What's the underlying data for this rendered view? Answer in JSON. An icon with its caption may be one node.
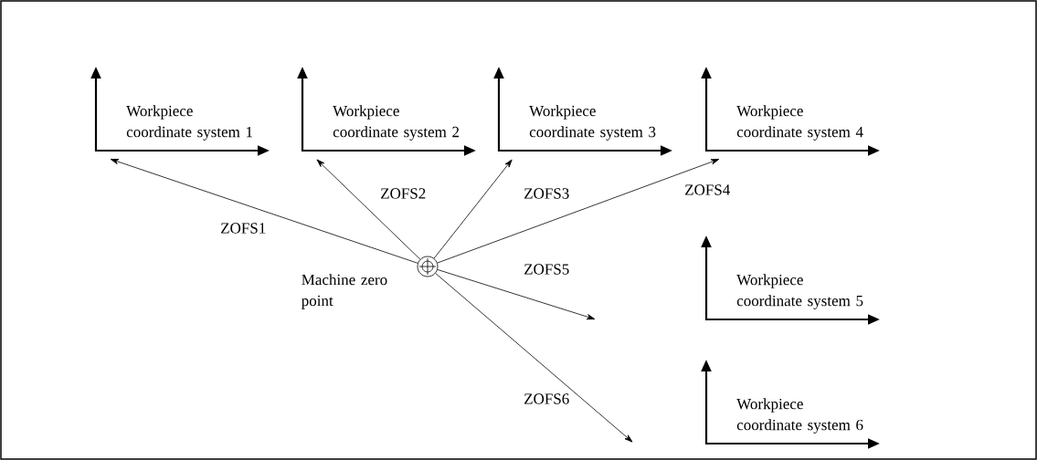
{
  "diagram": {
    "nodes": [
      {
        "text": [
          "Machine zero point"
        ]
      },
      {
        "text": [
          "Workpiece coordinate system 1"
        ]
      },
      {
        "text": [
          "Workpiece coordinate system 2"
        ]
      },
      {
        "text": [
          "Workpiece coordinate system 3"
        ]
      },
      {
        "text": [
          "Workpiece coordinate system 4"
        ]
      },
      {
        "text": [
          "Workpiece coordinate system 5"
        ]
      },
      {
        "text": [
          "Workpiece coordinate system 6"
        ]
      }
    ],
    "edges": [
      {
        "from": 0,
        "to": 1,
        "arrow": "to",
        "label": "ZOFS1"
      },
      {
        "from": 0,
        "to": 2,
        "arrow": "to",
        "label": "ZOFS2"
      },
      {
        "from": 0,
        "to": 3,
        "arrow": "to",
        "label": "ZOFS3"
      },
      {
        "from": 0,
        "to": 4,
        "arrow": "to",
        "label": "ZOFS4"
      },
      {
        "from": 0,
        "to": null,
        "arrow": "to",
        "label": "ZOFS5"
      },
      {
        "from": 0,
        "to": null,
        "arrow": "to",
        "label": "ZOFS6"
      }
    ]
  }
}
